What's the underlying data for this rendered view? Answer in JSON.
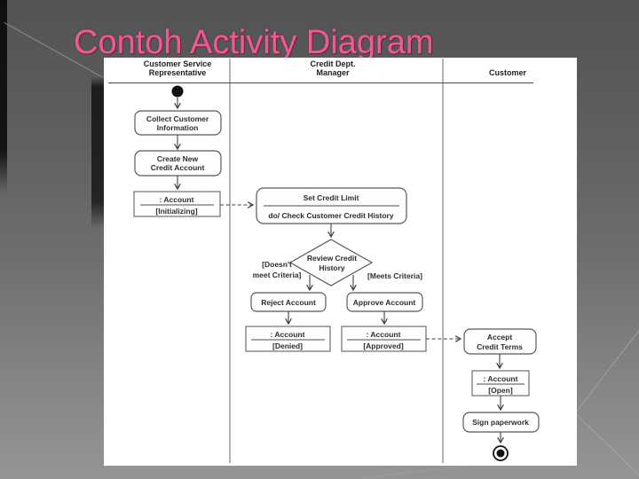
{
  "slide": {
    "title": "Contoh Activity Diagram",
    "title_color": "#ee5b92"
  },
  "diagram": {
    "lanes": [
      {
        "line1": "Customer Service",
        "line2": "Representative"
      },
      {
        "line1": "Credit Dept.",
        "line2": "Manager"
      },
      {
        "line1": "Customer"
      }
    ],
    "nodes": {
      "collect": {
        "line1": "Collect Customer",
        "line2": "Information"
      },
      "create_account": {
        "line1": "Create New",
        "line2": "Credit Account"
      },
      "account_initializing": {
        "name": ": Account",
        "state": "[Initializing]"
      },
      "set_credit_limit": {
        "title": "Set Credit Limit",
        "do_activity": "do/ Check Customer Credit History"
      },
      "review_decision": {
        "line1": "Review Credit",
        "line2": "History"
      },
      "reject": {
        "label": "Reject Account"
      },
      "approve": {
        "label": "Approve Account"
      },
      "account_denied": {
        "name": ": Account",
        "state": "[Denied]"
      },
      "account_approved": {
        "name": ": Account",
        "state": "[Approved]"
      },
      "accept_terms": {
        "line1": "Accept",
        "line2": "Credit Terms"
      },
      "account_open": {
        "name": ": Account",
        "state": "[Open]"
      },
      "sign_paperwork": {
        "label": "Sign paperwork"
      }
    },
    "guards": {
      "fail_line1": "[Doesn't",
      "fail_line2": "meet Criteria]",
      "pass": "[Meets Criteria]"
    }
  }
}
